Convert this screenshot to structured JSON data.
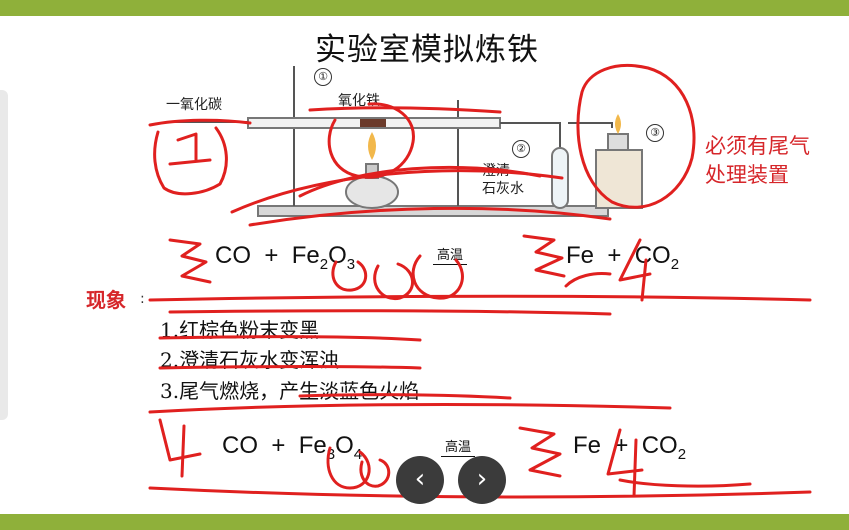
{
  "slide": {
    "title": "实验室模拟炼铁",
    "note_line1": "必须有尾气",
    "note_line2": "处理装置",
    "apparatus_labels": {
      "co": "一氧化碳",
      "fe2o3": "氧化铁",
      "limewater_line1": "澄清",
      "limewater_line2": "石灰水",
      "num1": "①",
      "num2": "②",
      "num3": "③"
    },
    "equation1": {
      "reactant1": "CO",
      "plus1": "+",
      "reactant2_base": "Fe",
      "reactant2_sub1": "2",
      "reactant2_mid": "O",
      "reactant2_sub2": "3",
      "condition": "高温",
      "product1": "Fe",
      "plus2": "+",
      "product2_base": "CO",
      "product2_sub": "2"
    },
    "phenomenon_label": "现象",
    "phenomenon_colon": ":",
    "observations": [
      "1.红棕色粉末变黑",
      "2.澄清石灰水变浑浊",
      "3.尾气燃烧，产生淡蓝色火焰"
    ],
    "equation2": {
      "reactant1": "CO",
      "plus1": "+",
      "reactant2_base": "Fe",
      "reactant2_sub1": "3",
      "reactant2_mid": "O",
      "reactant2_sub2": "4",
      "condition": "高温",
      "product1": "Fe",
      "plus2": "+",
      "product2_base": "CO",
      "product2_sub": "2"
    }
  },
  "nav": {
    "prev_icon": "chevron-left-icon",
    "next_icon": "chevron-right-icon",
    "prev_glyph": "‹",
    "next_glyph": "›"
  },
  "colors": {
    "frame_bar": "#8fb03a",
    "annotation_red": "#d6262a",
    "nav_button": "#3b3b3b"
  }
}
